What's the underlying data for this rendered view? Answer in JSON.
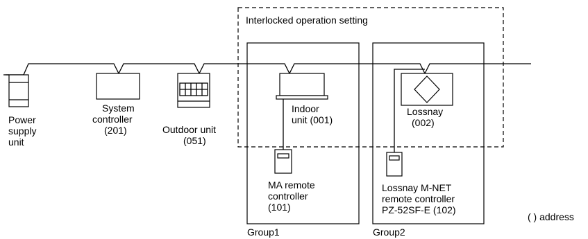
{
  "interlock": {
    "label": "Interlocked operation setting"
  },
  "power_supply": {
    "line1": "Power",
    "line2": "supply",
    "line3": "unit"
  },
  "system_controller": {
    "line1": "System",
    "line2": "controller",
    "line3": "(201)"
  },
  "outdoor_unit": {
    "line1": "Outdoor unit",
    "line2": "(051)"
  },
  "indoor_unit": {
    "line1": "Indoor",
    "line2": "unit (001)"
  },
  "ma_remote": {
    "line1": "MA remote",
    "line2": "controller",
    "line3": "(101)"
  },
  "lossnay": {
    "line1": "Lossnay",
    "line2": "(002)"
  },
  "lossnay_remote": {
    "line1": "Lossnay M-NET",
    "line2": "remote controller",
    "line3": "PZ-52SF-E (102)"
  },
  "groups": {
    "group1": "Group1",
    "group2": "Group2"
  },
  "legend": {
    "address_note": "( ) address"
  }
}
